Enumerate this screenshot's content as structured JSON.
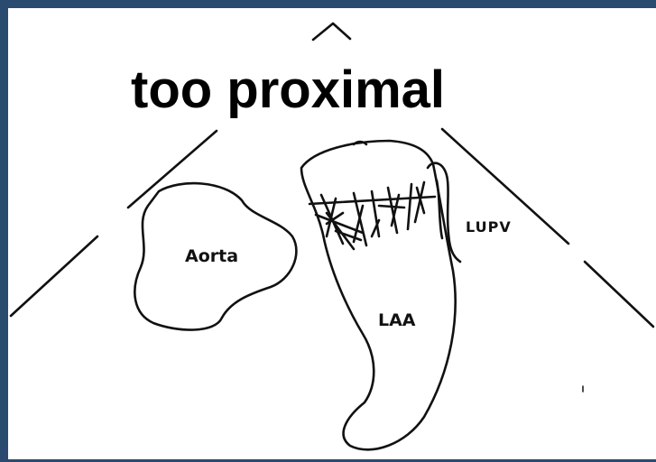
{
  "title": "too proximal",
  "labels": {
    "aorta": "Aorta",
    "laa": "LAA",
    "lupv": "LUPV"
  },
  "colors": {
    "frame_border": "#2b4a6f",
    "ink": "#111111",
    "background": "#ffffff"
  }
}
